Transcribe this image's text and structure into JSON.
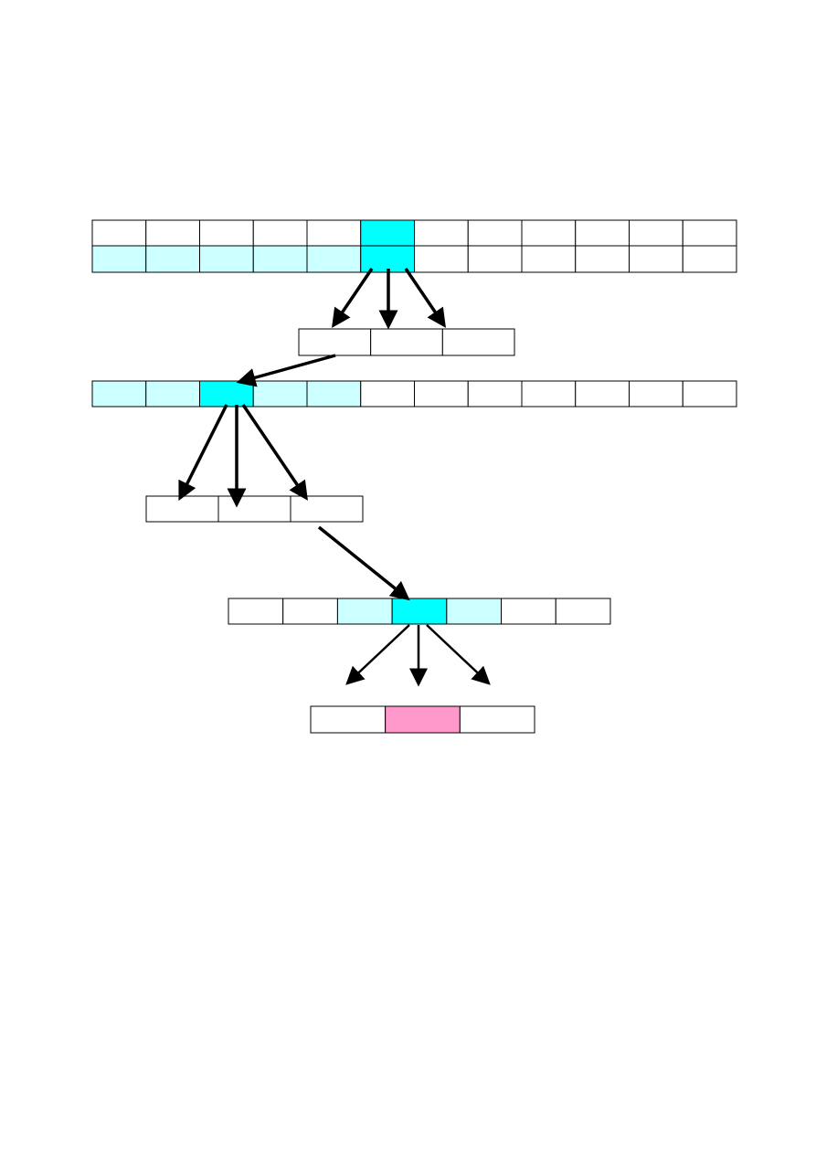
{
  "colors": {
    "white": "#ffffff",
    "light_cyan": "#ccffff",
    "cyan": "#00ffff",
    "pink": "#ff99cc",
    "border": "#000000",
    "arrow": "#000000"
  },
  "rows": [
    {
      "name": "row-1-top",
      "cells": [
        "white",
        "white",
        "white",
        "white",
        "white",
        "cyan",
        "white",
        "white",
        "white",
        "white",
        "white",
        "white"
      ]
    },
    {
      "name": "row-1-bottom",
      "cells": [
        "light_cyan",
        "light_cyan",
        "light_cyan",
        "light_cyan",
        "light_cyan",
        "cyan",
        "white",
        "white",
        "white",
        "white",
        "white",
        "white"
      ]
    },
    {
      "name": "group-1",
      "cells": [
        "white",
        "white",
        "white"
      ]
    },
    {
      "name": "row-2",
      "cells": [
        "light_cyan",
        "light_cyan",
        "cyan",
        "light_cyan",
        "light_cyan",
        "white",
        "white",
        "white",
        "white",
        "white",
        "white",
        "white"
      ]
    },
    {
      "name": "group-2",
      "cells": [
        "white",
        "white",
        "white"
      ]
    },
    {
      "name": "row-3",
      "cells": [
        "white",
        "white",
        "light_cyan",
        "cyan",
        "light_cyan",
        "white",
        "white"
      ]
    },
    {
      "name": "group-3",
      "cells": [
        "white",
        "pink",
        "white"
      ]
    }
  ]
}
